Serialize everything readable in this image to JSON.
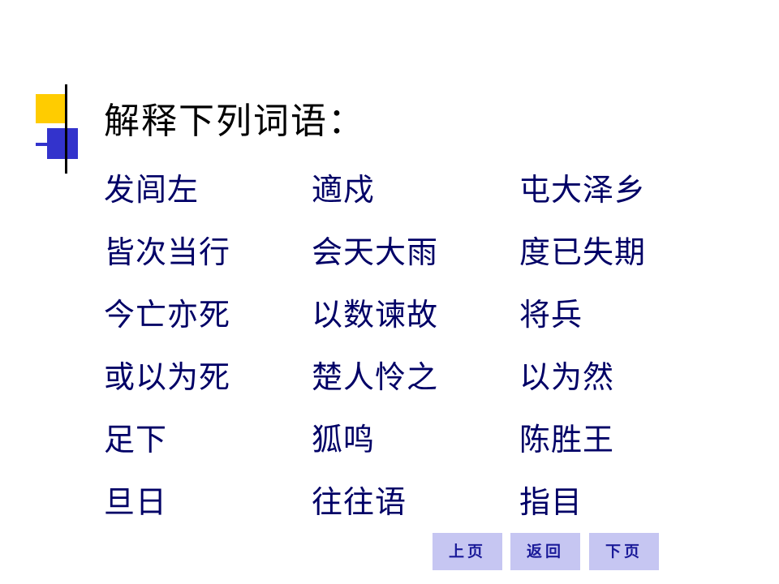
{
  "slide": {
    "title": "解释下列词语：",
    "rows": [
      [
        "发闾左",
        "適戍",
        "屯大泽乡"
      ],
      [
        "皆次当行",
        "会天大雨",
        "度已失期"
      ],
      [
        "今亡亦死",
        "以数谏故",
        "将兵"
      ],
      [
        "或以为死",
        "楚人怜之",
        "以为然"
      ],
      [
        "足下",
        "狐鸣",
        "陈胜王"
      ],
      [
        "旦日",
        "往往语",
        "指目"
      ]
    ]
  },
  "nav": {
    "prev_label": "上页",
    "back_label": "返回",
    "next_label": "下页"
  },
  "colors": {
    "marker_yellow": "#ffcc00",
    "marker_blue": "#3333cc",
    "term_text": "#000066",
    "nav_button_bg": "#c6c6f2",
    "nav_button_text": "#1a1a99"
  }
}
